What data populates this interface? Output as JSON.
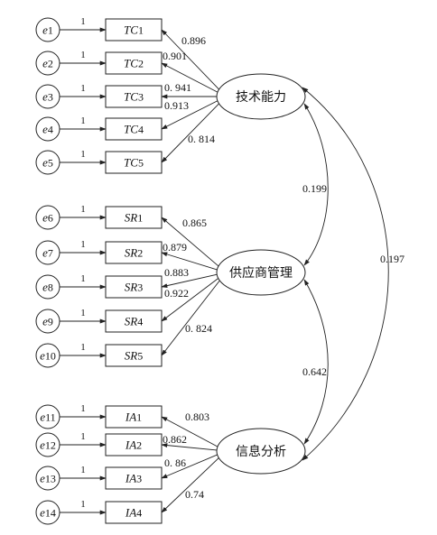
{
  "factors": [
    {
      "id": "f1",
      "label": "技术能力",
      "indicators": [
        {
          "prefix": "TC",
          "num": "1",
          "error": "e1",
          "error_num": "1",
          "fixed": "1",
          "loading": "0.896"
        },
        {
          "prefix": "TC",
          "num": "2",
          "error": "e2",
          "error_num": "2",
          "fixed": "1",
          "loading": "0.901"
        },
        {
          "prefix": "TC",
          "num": "3",
          "error": "e3",
          "error_num": "3",
          "fixed": "1",
          "loading": "0. 941"
        },
        {
          "prefix": "TC",
          "num": "4",
          "error": "e4",
          "error_num": "4",
          "fixed": "1",
          "loading": "0.913"
        },
        {
          "prefix": "TC",
          "num": "5",
          "error": "e5",
          "error_num": "5",
          "fixed": "1",
          "loading": "0. 814"
        }
      ]
    },
    {
      "id": "f2",
      "label": "供应商管理",
      "indicators": [
        {
          "prefix": "SR",
          "num": "1",
          "error": "e6",
          "error_num": "6",
          "fixed": "1",
          "loading": "0.865"
        },
        {
          "prefix": "SR",
          "num": "2",
          "error": "e7",
          "error_num": "7",
          "fixed": "1",
          "loading": "0.879"
        },
        {
          "prefix": "SR",
          "num": "3",
          "error": "e8",
          "error_num": "8",
          "fixed": "1",
          "loading": "0.883"
        },
        {
          "prefix": "SR",
          "num": "4",
          "error": "e9",
          "error_num": "9",
          "fixed": "1",
          "loading": "0.922"
        },
        {
          "prefix": "SR",
          "num": "5",
          "error": "e10",
          "error_num": "10",
          "fixed": "1",
          "loading": "0. 824"
        }
      ]
    },
    {
      "id": "f3",
      "label": "信息分析",
      "indicators": [
        {
          "prefix": "IA",
          "num": "1",
          "error": "e11",
          "error_num": "11",
          "fixed": "1",
          "loading": "0.803"
        },
        {
          "prefix": "IA",
          "num": "2",
          "error": "e12",
          "error_num": "12",
          "fixed": "1",
          "loading": "0.862"
        },
        {
          "prefix": "IA",
          "num": "3",
          "error": "e13",
          "error_num": "13",
          "fixed": "1",
          "loading": "0. 86"
        },
        {
          "prefix": "IA",
          "num": "4",
          "error": "e14",
          "error_num": "14",
          "fixed": "1",
          "loading": "0.74"
        }
      ]
    }
  ],
  "covariances": [
    {
      "from": "技术能力",
      "to": "供应商管理",
      "value": "0.199"
    },
    {
      "from": "供应商管理",
      "to": "信息分析",
      "value": "0.642"
    },
    {
      "from": "技术能力",
      "to": "信息分析",
      "value": "0.197"
    }
  ]
}
